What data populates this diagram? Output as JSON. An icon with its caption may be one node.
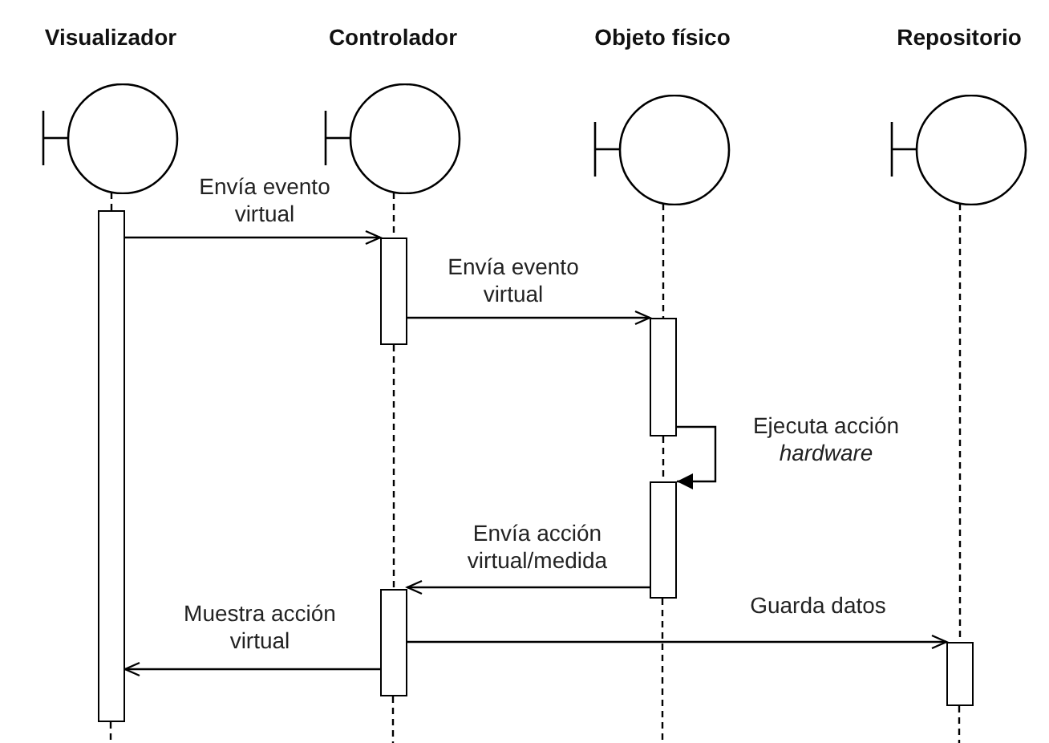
{
  "diagram": {
    "nodes": [
      {
        "text": [
          "Visualizador"
        ]
      },
      {
        "text": [
          "Controlador"
        ]
      },
      {
        "text": [
          "Objeto físico"
        ]
      },
      {
        "text": [
          "Repositorio"
        ]
      },
      {
        "text": [],
        "shape": "bar"
      },
      {
        "text": [],
        "shape": "bar"
      },
      {
        "text": [],
        "shape": "bar"
      },
      {
        "text": [],
        "shape": "bar"
      },
      {
        "text": [],
        "shape": "bar"
      },
      {
        "text": [],
        "shape": "bar"
      }
    ],
    "edges": [
      {
        "from": 0,
        "to": 4,
        "arrow": "none",
        "style": "dashed"
      },
      {
        "from": 1,
        "to": 5,
        "arrow": "none",
        "style": "dashed"
      },
      {
        "from": 5,
        "to": 8,
        "arrow": "none",
        "style": "dashed"
      },
      {
        "from": 2,
        "to": 6,
        "arrow": "none",
        "style": "dashed"
      },
      {
        "from": 6,
        "to": 7,
        "arrow": "none",
        "style": "dashed"
      },
      {
        "from": 3,
        "to": 9,
        "arrow": "none",
        "style": "dashed"
      },
      {
        "from": 4,
        "to": 5,
        "arrow": "to",
        "label": "Envía evento virtual"
      },
      {
        "from": 5,
        "to": 6,
        "arrow": "to",
        "label": "Envía evento virtual"
      },
      {
        "from": 6,
        "to": 7,
        "arrow": "to",
        "label": "Ejecuta acción *hardware*"
      },
      {
        "from": 7,
        "to": 8,
        "arrow": "to",
        "label": "Envía acción virtual/medida"
      },
      {
        "from": 8,
        "to": 4,
        "arrow": "to",
        "label": "Muestra acción virtual"
      },
      {
        "from": 8,
        "to": 9,
        "arrow": "to",
        "label": "Guarda datos"
      }
    ]
  }
}
